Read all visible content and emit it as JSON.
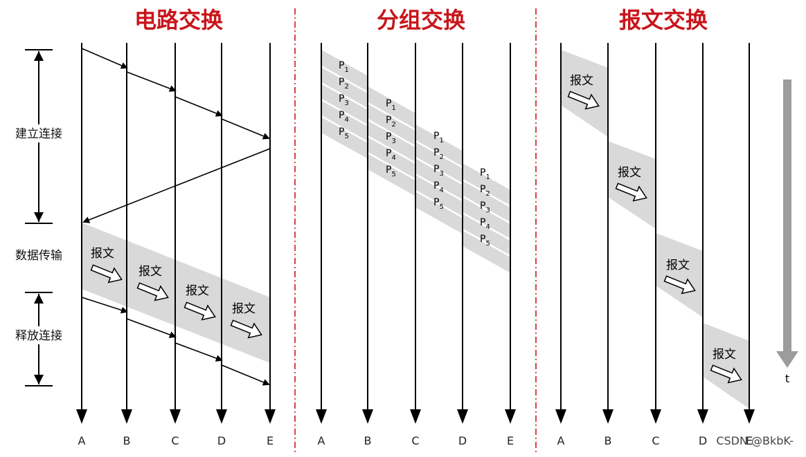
{
  "titles": {
    "circuit": "电路交换",
    "packet": "分组交换",
    "message": "报文交换"
  },
  "node_labels": [
    "A",
    "B",
    "C",
    "D",
    "E"
  ],
  "phases": {
    "establish": "建立连接",
    "transfer": "数据传输",
    "release": "释放连接"
  },
  "message_label": "报文",
  "packet_prefix": "P",
  "packet_numbers": [
    "1",
    "2",
    "3",
    "4",
    "5"
  ],
  "time_label": "t",
  "watermark": "CSDN @BkbK-",
  "colors": {
    "title": "#c8151b",
    "divider": "#c8151b",
    "band": "#d9d9d9",
    "line": "#000000",
    "time_arrow": "#9c9c9c"
  }
}
